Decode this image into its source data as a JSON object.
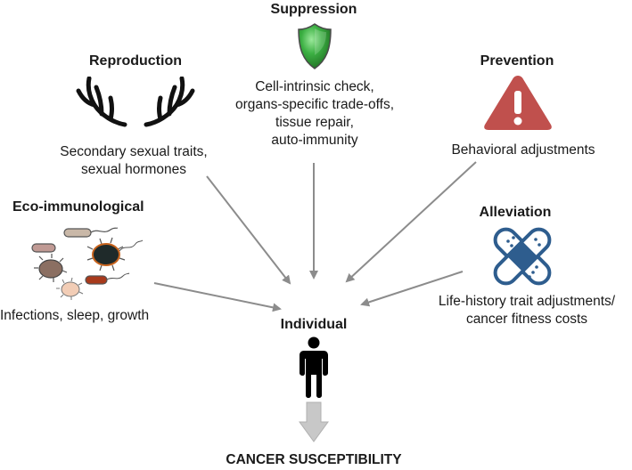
{
  "nodes": {
    "suppression": {
      "title": "Suppression",
      "lines": [
        "Cell-intrinsic check,",
        "organs-specific trade-offs,",
        "tissue repair,",
        "auto-immunity"
      ]
    },
    "reproduction": {
      "title": "Reproduction",
      "lines": [
        "Secondary sexual traits,",
        "sexual hormones"
      ]
    },
    "prevention": {
      "title": "Prevention",
      "lines": [
        "Behavioral adjustments"
      ]
    },
    "eco": {
      "title": "Eco-immunological",
      "lines": [
        "Infections, sleep, growth"
      ]
    },
    "alleviation": {
      "title": "Alleviation",
      "lines": [
        "Life-history trait adjustments/",
        "cancer fitness costs"
      ]
    },
    "individual": {
      "title": "Individual"
    },
    "outcome": {
      "title": "CANCER SUSCEPTIBILITY"
    }
  },
  "icons": {
    "suppression": "shield-icon",
    "reproduction": "antlers-icon",
    "prevention": "warning-icon",
    "eco": "pathogens-icon",
    "alleviation": "bandage-icon",
    "individual": "person-icon"
  },
  "colors": {
    "arrow": "#8c8c8c",
    "shield": "#2fa12f",
    "warning": "#c0504d",
    "bandage": "#2e5d8e",
    "person": "#000000",
    "down_arrow": "#c8c8c8"
  }
}
